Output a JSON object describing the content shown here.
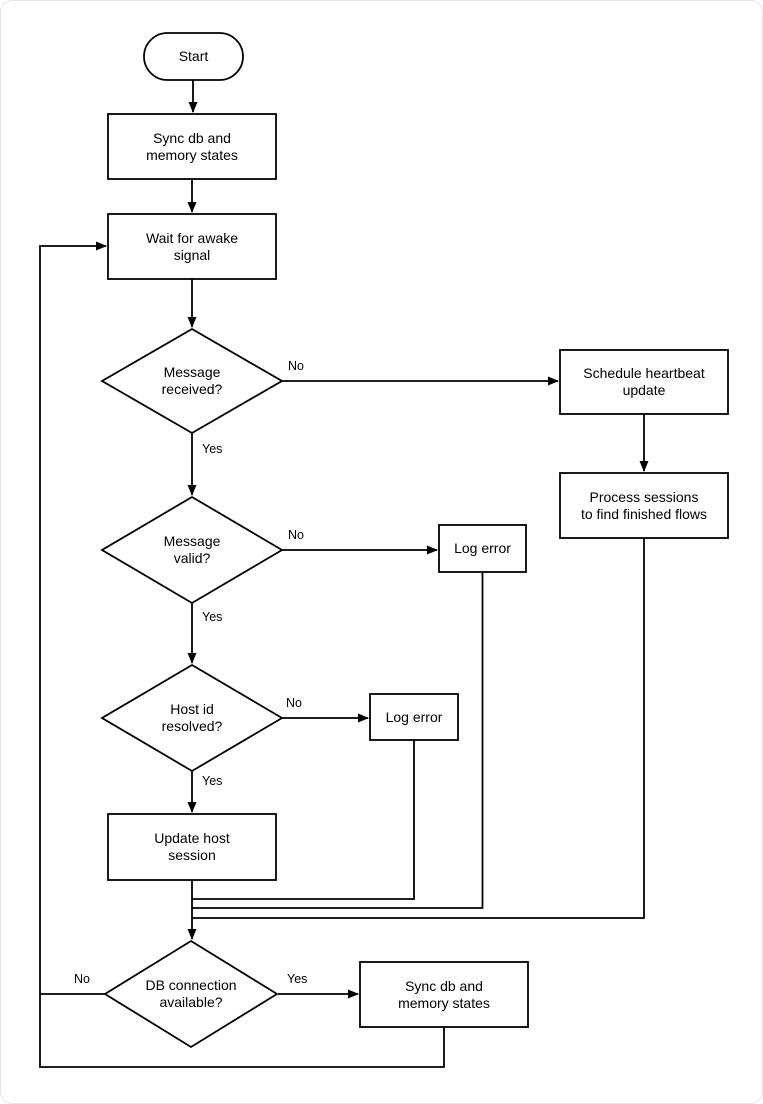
{
  "page": {
    "background_color": "#ffffff",
    "border_color": "#e3e3e3",
    "stroke_color": "#000000",
    "text_color": "#000000"
  },
  "nodes": {
    "start": {
      "label": "Start",
      "shape": "terminator"
    },
    "sync_db_top": {
      "label": "Sync db and\nmemory states",
      "shape": "process"
    },
    "wait_awake": {
      "label": "Wait for awake\nsignal",
      "shape": "process"
    },
    "message_received": {
      "label": "Message\nreceived?",
      "shape": "decision"
    },
    "schedule_heartbeat": {
      "label": "Schedule heartbeat\nupdate",
      "shape": "process"
    },
    "process_sessions": {
      "label": "Process sessions\nto find finished flows",
      "shape": "process"
    },
    "message_valid": {
      "label": "Message\nvalid?",
      "shape": "decision"
    },
    "log_error_1": {
      "label": "Log error",
      "shape": "process"
    },
    "host_id_resolved": {
      "label": "Host id\nresolved?",
      "shape": "decision"
    },
    "log_error_2": {
      "label": "Log error",
      "shape": "process"
    },
    "update_host_session": {
      "label": "Update host\nsession",
      "shape": "process"
    },
    "db_connection_available": {
      "label": "DB connection\navailable?",
      "shape": "decision"
    },
    "sync_db_bottom": {
      "label": "Sync db and\nmemory states",
      "shape": "process"
    }
  },
  "edge_labels": {
    "message_received_no": "No",
    "message_received_yes": "Yes",
    "message_valid_no": "No",
    "message_valid_yes": "Yes",
    "host_id_no": "No",
    "host_id_yes": "Yes",
    "db_connection_no": "No",
    "db_connection_yes": "Yes"
  }
}
